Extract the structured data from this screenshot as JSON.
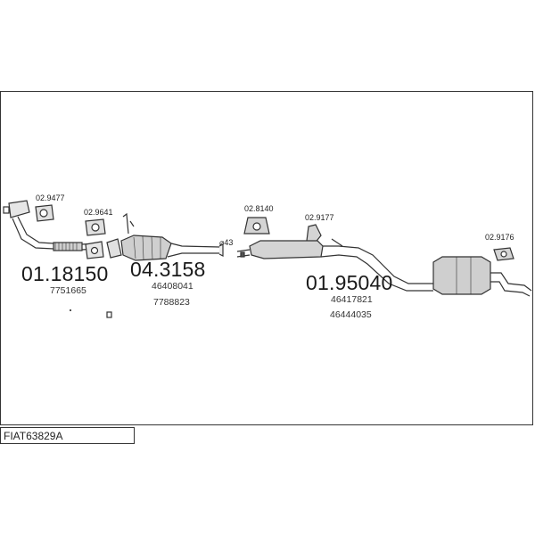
{
  "drawing_code": "FIAT63829A",
  "parts": {
    "part_01_18150": {
      "number": "01.18150",
      "refs": [
        "7751665"
      ]
    },
    "part_04_3158": {
      "number": "04.3158",
      "refs": [
        "46408041",
        "7788823"
      ]
    },
    "part_01_95040": {
      "number": "01.95040",
      "refs": [
        "46417821",
        "46444035"
      ]
    }
  },
  "accessories": {
    "acc_02_9477": "02.9477",
    "acc_02_9641": "02.9641",
    "acc_02_8140": "02.8140",
    "acc_02_9177": "02.9177",
    "acc_02_9176": "02.9176"
  },
  "pipe_diameter": "⌀43",
  "line_color": "#333333",
  "fill_color": "#d9d9d9"
}
